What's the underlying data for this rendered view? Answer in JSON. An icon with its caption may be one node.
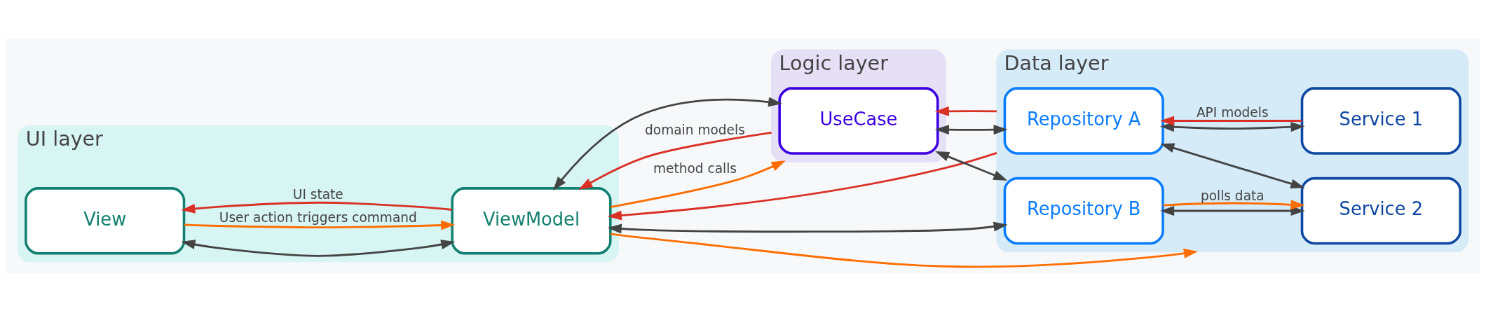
{
  "diagram": {
    "nodes": [
      {
        "text": [
          "UI layer"
        ]
      },
      {
        "text": [
          "View"
        ],
        "in": 0
      },
      {
        "text": [
          "ViewModel"
        ],
        "in": 0
      },
      {
        "text": [
          "Logic layer"
        ]
      },
      {
        "text": [
          "UseCase"
        ],
        "in": 3
      },
      {
        "text": [
          "Data layer"
        ]
      },
      {
        "text": [
          "Repository A"
        ],
        "in": 5
      },
      {
        "text": [
          "Repository B"
        ],
        "in": 5
      },
      {
        "text": [
          "Service 1"
        ],
        "in": 5
      },
      {
        "text": [
          "Service 2"
        ],
        "in": 5
      }
    ],
    "edges": [
      {
        "from": 1,
        "to": 2,
        "arrow": "both"
      },
      {
        "from": 2,
        "to": 4,
        "arrow": "both"
      },
      {
        "from": 2,
        "to": 7,
        "arrow": "both"
      },
      {
        "from": 4,
        "to": 6,
        "arrow": "both"
      },
      {
        "from": 4,
        "to": 7,
        "arrow": "both"
      },
      {
        "from": 6,
        "to": 8,
        "arrow": "both"
      },
      {
        "from": 6,
        "to": 9,
        "arrow": "both"
      },
      {
        "from": 7,
        "to": 9,
        "arrow": "both"
      },
      {
        "from": 2,
        "to": 1,
        "arrow": "to",
        "label": "UI state",
        "color": "#d93025"
      },
      {
        "from": 3,
        "to": 2,
        "arrow": "to",
        "label": "domain models",
        "color": "#d93025"
      },
      {
        "from": 5,
        "to": 4,
        "arrow": "to",
        "color": "#d93025"
      },
      {
        "from": 5,
        "to": 2,
        "arrow": "to",
        "color": "#d93025"
      },
      {
        "from": 8,
        "to": 6,
        "arrow": "to",
        "label": "API models",
        "color": "#d93025"
      },
      {
        "from": 1,
        "to": 2,
        "arrow": "to",
        "label": "User action triggers command",
        "color": "#ff6d00"
      },
      {
        "from": 2,
        "to": 3,
        "arrow": "to",
        "label": "method calls",
        "color": "#ff6d00"
      },
      {
        "from": 2,
        "to": 5,
        "arrow": "to",
        "color": "#ff6d00"
      },
      {
        "from": 7,
        "to": 9,
        "arrow": "to",
        "label": "polls data",
        "color": "#ff6d00"
      }
    ]
  }
}
